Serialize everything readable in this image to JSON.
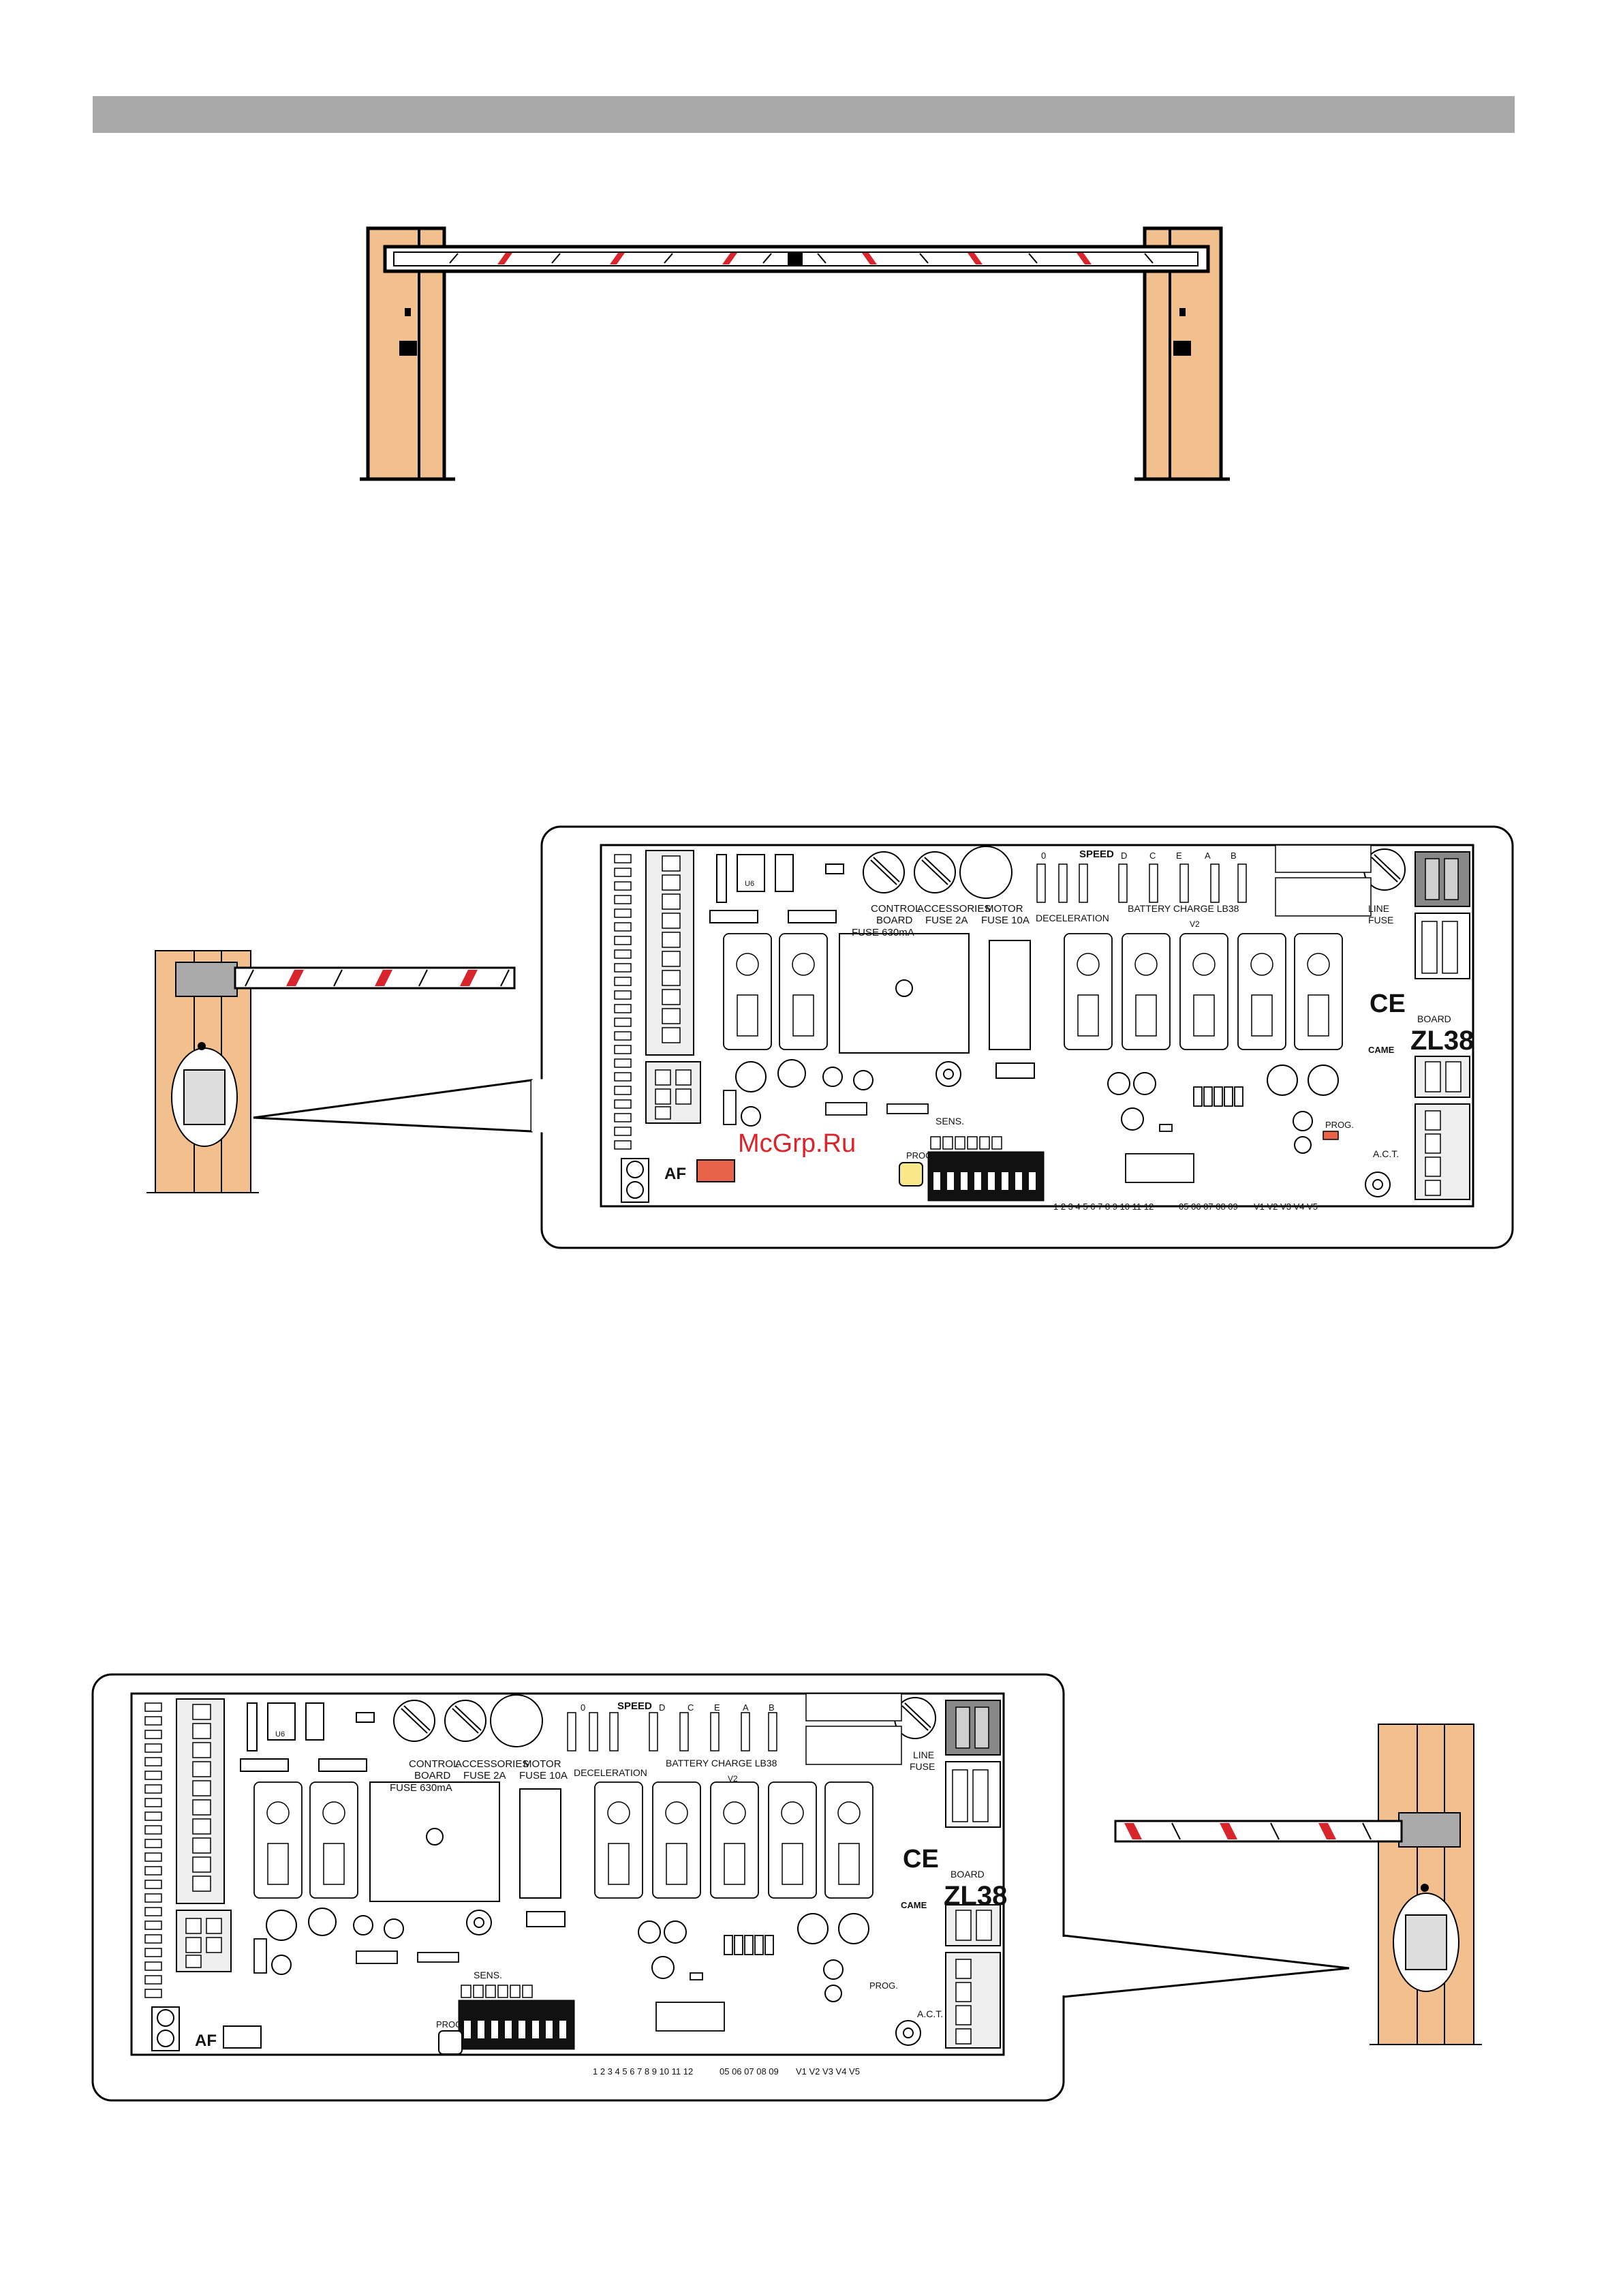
{
  "labels": {
    "speed": "SPEED",
    "speed_settings": [
      "0",
      "D",
      "C",
      "E",
      "A",
      "B"
    ],
    "deceleration": "DECELERATION",
    "battery_charge": "BATTERY CHARGE LB38",
    "v2": "V2",
    "control_board": [
      "CONTROL",
      "BOARD",
      "FUSE 630mA"
    ],
    "accessories": [
      "ACCESSORIES",
      "FUSE 2A"
    ],
    "motor": [
      "MOTOR",
      "FUSE 10A"
    ],
    "line_fuse": [
      "LINE",
      "FUSE"
    ],
    "board": "BOARD",
    "board_model": "ZL38",
    "ce": "CE",
    "brand": "CAME",
    "prog": "PROG.",
    "act": "A.C.T.",
    "sens": "SENS.",
    "af": "AF",
    "u6": "U6",
    "dip_numbers": "1 2 3 4 5 6 7 8 9 10 11 12",
    "outputs": "05 06 07 08 09",
    "voltages": "V1 V2 V3 V4 V5"
  },
  "watermark": "McGrp.Ru",
  "colors": {
    "post_fill": "#f2c08f",
    "stripe_red": "#d9242b",
    "header_bar": "#a8a8a8",
    "prog_button": "#f7e98a",
    "connector_red": "#e8634a",
    "terminal_dark": "#888888"
  }
}
